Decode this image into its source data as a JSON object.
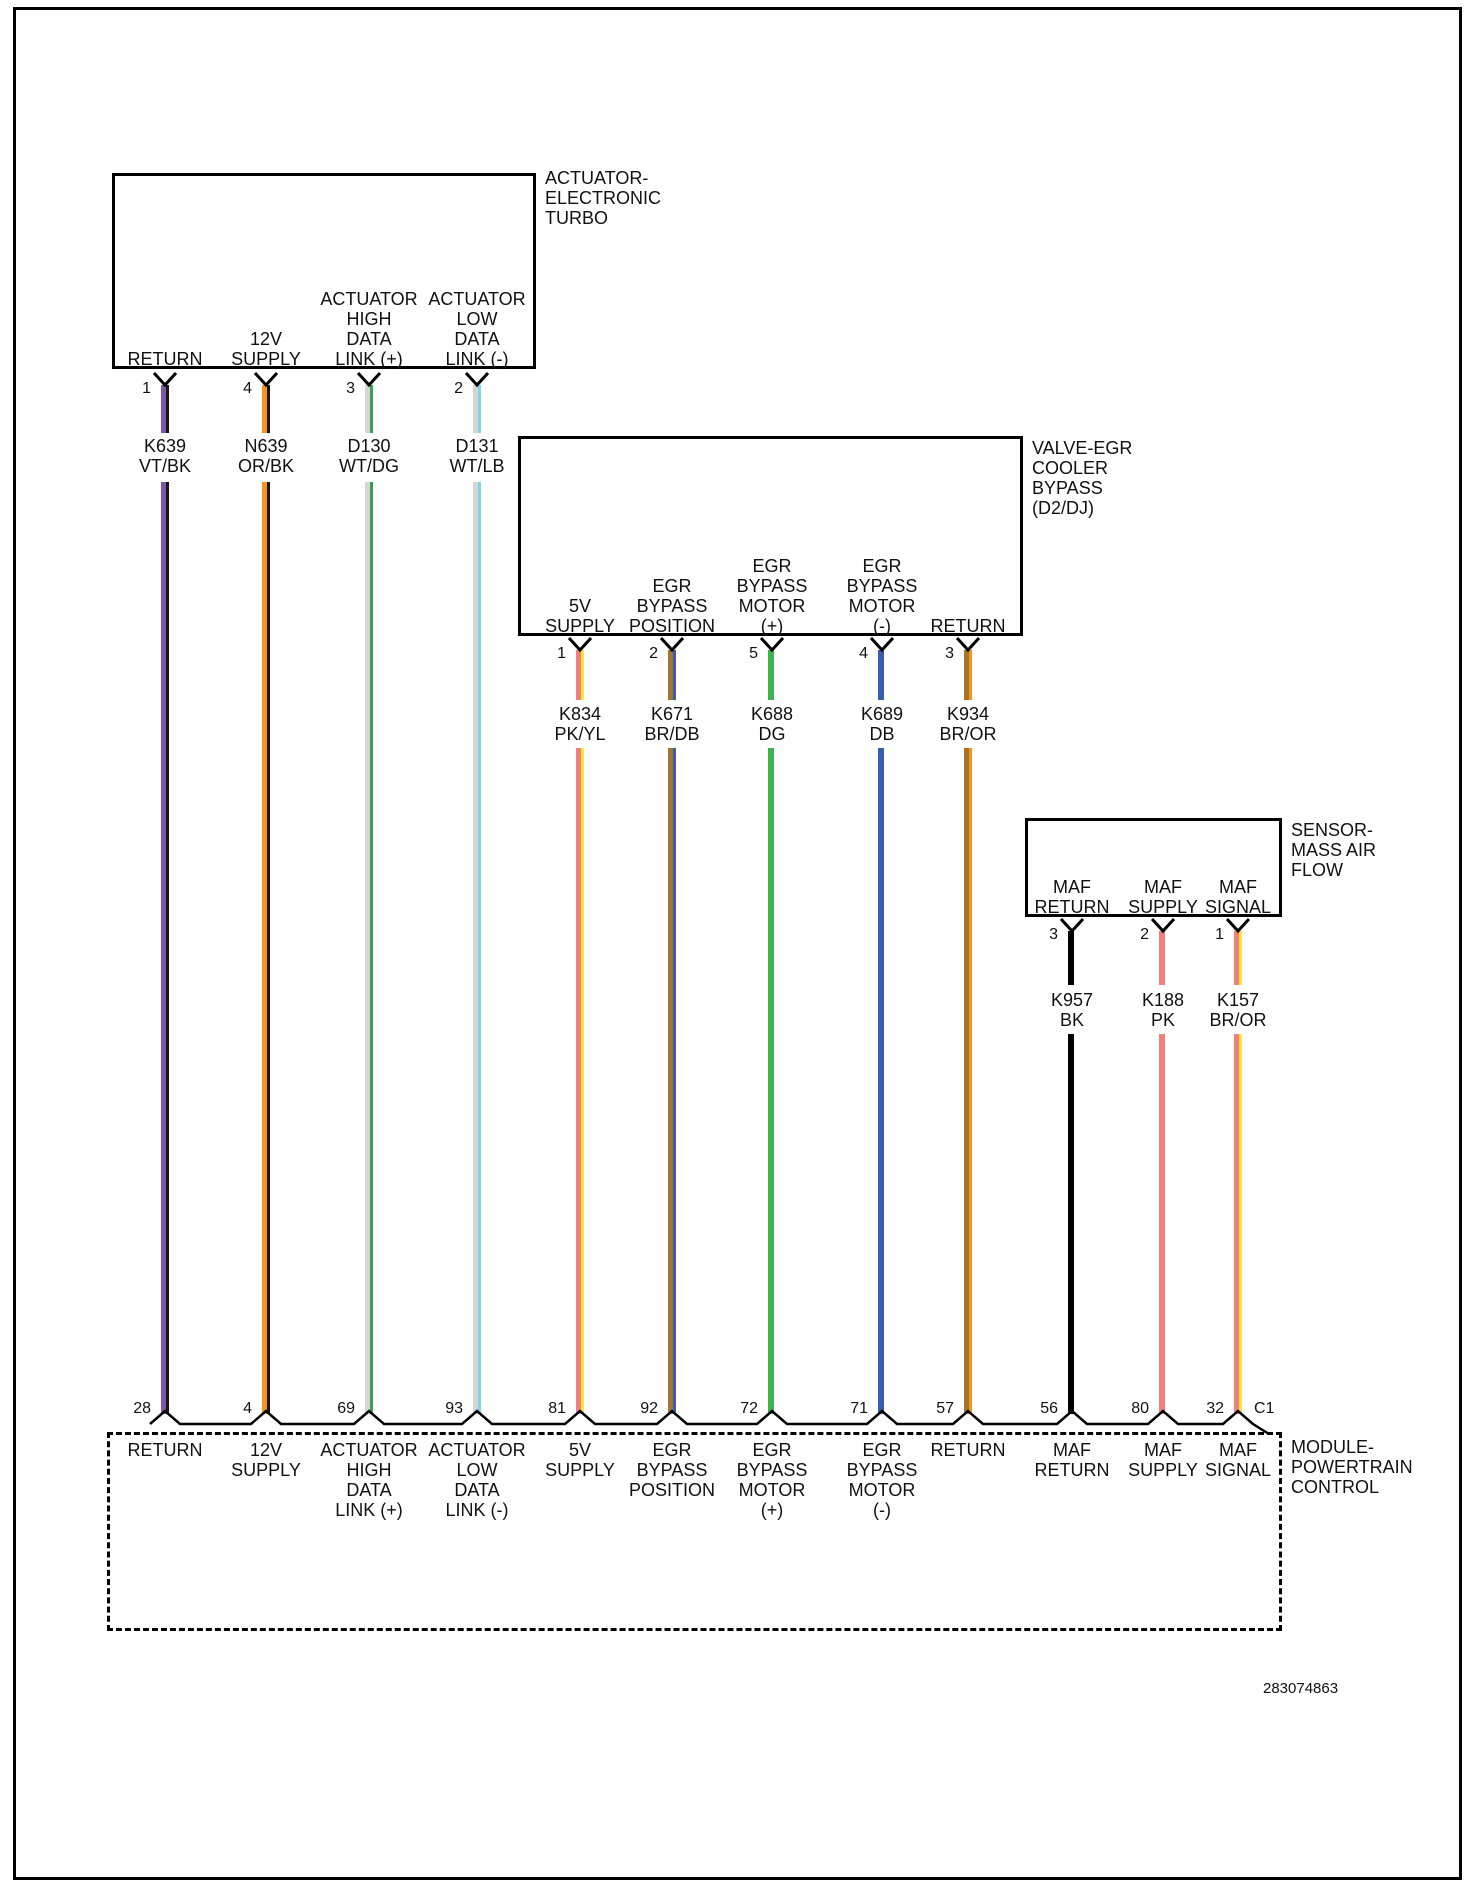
{
  "diagram": {
    "part_number": "283074863",
    "components": {
      "turbo": {
        "title": "ACTUATOR-\nELECTRONIC\nTURBO",
        "pins": [
          {
            "number": "1",
            "label": "RETURN"
          },
          {
            "number": "4",
            "label": "12V\nSUPPLY"
          },
          {
            "number": "3",
            "label": "ACTUATOR\nHIGH\nDATA\nLINK (+)"
          },
          {
            "number": "2",
            "label": "ACTUATOR\nLOW\nDATA\nLINK (-)"
          }
        ]
      },
      "egr": {
        "title": "VALVE-EGR\nCOOLER\nBYPASS\n(D2/DJ)",
        "pins": [
          {
            "number": "1",
            "label": "5V\nSUPPLY"
          },
          {
            "number": "2",
            "label": "EGR\nBYPASS\nPOSITION"
          },
          {
            "number": "5",
            "label": "EGR\nBYPASS\nMOTOR\n(+)"
          },
          {
            "number": "4",
            "label": "EGR\nBYPASS\nMOTOR\n(-)"
          },
          {
            "number": "3",
            "label": "RETURN"
          }
        ]
      },
      "maf": {
        "title": "SENSOR-\nMASS AIR\nFLOW",
        "pins": [
          {
            "number": "3",
            "label": "MAF\nRETURN"
          },
          {
            "number": "2",
            "label": "MAF\nSUPPLY"
          },
          {
            "number": "1",
            "label": "MAF\nSIGNAL"
          }
        ]
      },
      "pcm": {
        "title": "MODULE-\nPOWERTRAIN\nCONTROL",
        "connector_id": "C1",
        "pins": [
          {
            "number": "28",
            "label": "RETURN"
          },
          {
            "number": "4",
            "label": "12V\nSUPPLY"
          },
          {
            "number": "69",
            "label": "ACTUATOR\nHIGH\nDATA\nLINK (+)"
          },
          {
            "number": "93",
            "label": "ACTUATOR\nLOW\nDATA\nLINK (-)"
          },
          {
            "number": "81",
            "label": "5V\nSUPPLY"
          },
          {
            "number": "92",
            "label": "EGR\nBYPASS\nPOSITION"
          },
          {
            "number": "72",
            "label": "EGR\nBYPASS\nMOTOR\n(+)"
          },
          {
            "number": "71",
            "label": "EGR\nBYPASS\nMOTOR\n(-)"
          },
          {
            "number": "57",
            "label": "RETURN"
          },
          {
            "number": "56",
            "label": "MAF\nRETURN"
          },
          {
            "number": "80",
            "label": "MAF\nSUPPLY"
          },
          {
            "number": "32",
            "label": "MAF\nSIGNAL"
          }
        ]
      }
    },
    "wires": [
      {
        "circuit": "K639",
        "color_code": "VT/BK",
        "colors": [
          "#7c58a5",
          "#151515"
        ]
      },
      {
        "circuit": "N639",
        "color_code": "OR/BK",
        "colors": [
          "#f7941e",
          "#151515"
        ]
      },
      {
        "circuit": "D130",
        "color_code": "WT/DG",
        "colors": [
          "#d5d5d5",
          "#35a14a"
        ]
      },
      {
        "circuit": "D131",
        "color_code": "WT/LB",
        "colors": [
          "#d5d5d5",
          "#7fd4e8"
        ]
      },
      {
        "circuit": "K834",
        "color_code": "PK/YL",
        "colors": [
          "#f08080",
          "#ffe23d"
        ]
      },
      {
        "circuit": "K671",
        "color_code": "BR/DB",
        "colors": [
          "#a3762c",
          "#3a5dae"
        ]
      },
      {
        "circuit": "K688",
        "color_code": "DG",
        "colors": [
          "#3cb54a"
        ]
      },
      {
        "circuit": "K689",
        "color_code": "DB",
        "colors": [
          "#3a5dae"
        ]
      },
      {
        "circuit": "K934",
        "color_code": "BR/OR",
        "colors": [
          "#a3762c",
          "#f7941e"
        ]
      },
      {
        "circuit": "K957",
        "color_code": "BK",
        "colors": [
          "#000000"
        ]
      },
      {
        "circuit": "K188",
        "color_code": "PK",
        "colors": [
          "#f08080"
        ]
      },
      {
        "circuit": "K157",
        "color_code": "BR/OR",
        "colors": [
          "#f08080",
          "#ffe23d"
        ]
      }
    ]
  }
}
